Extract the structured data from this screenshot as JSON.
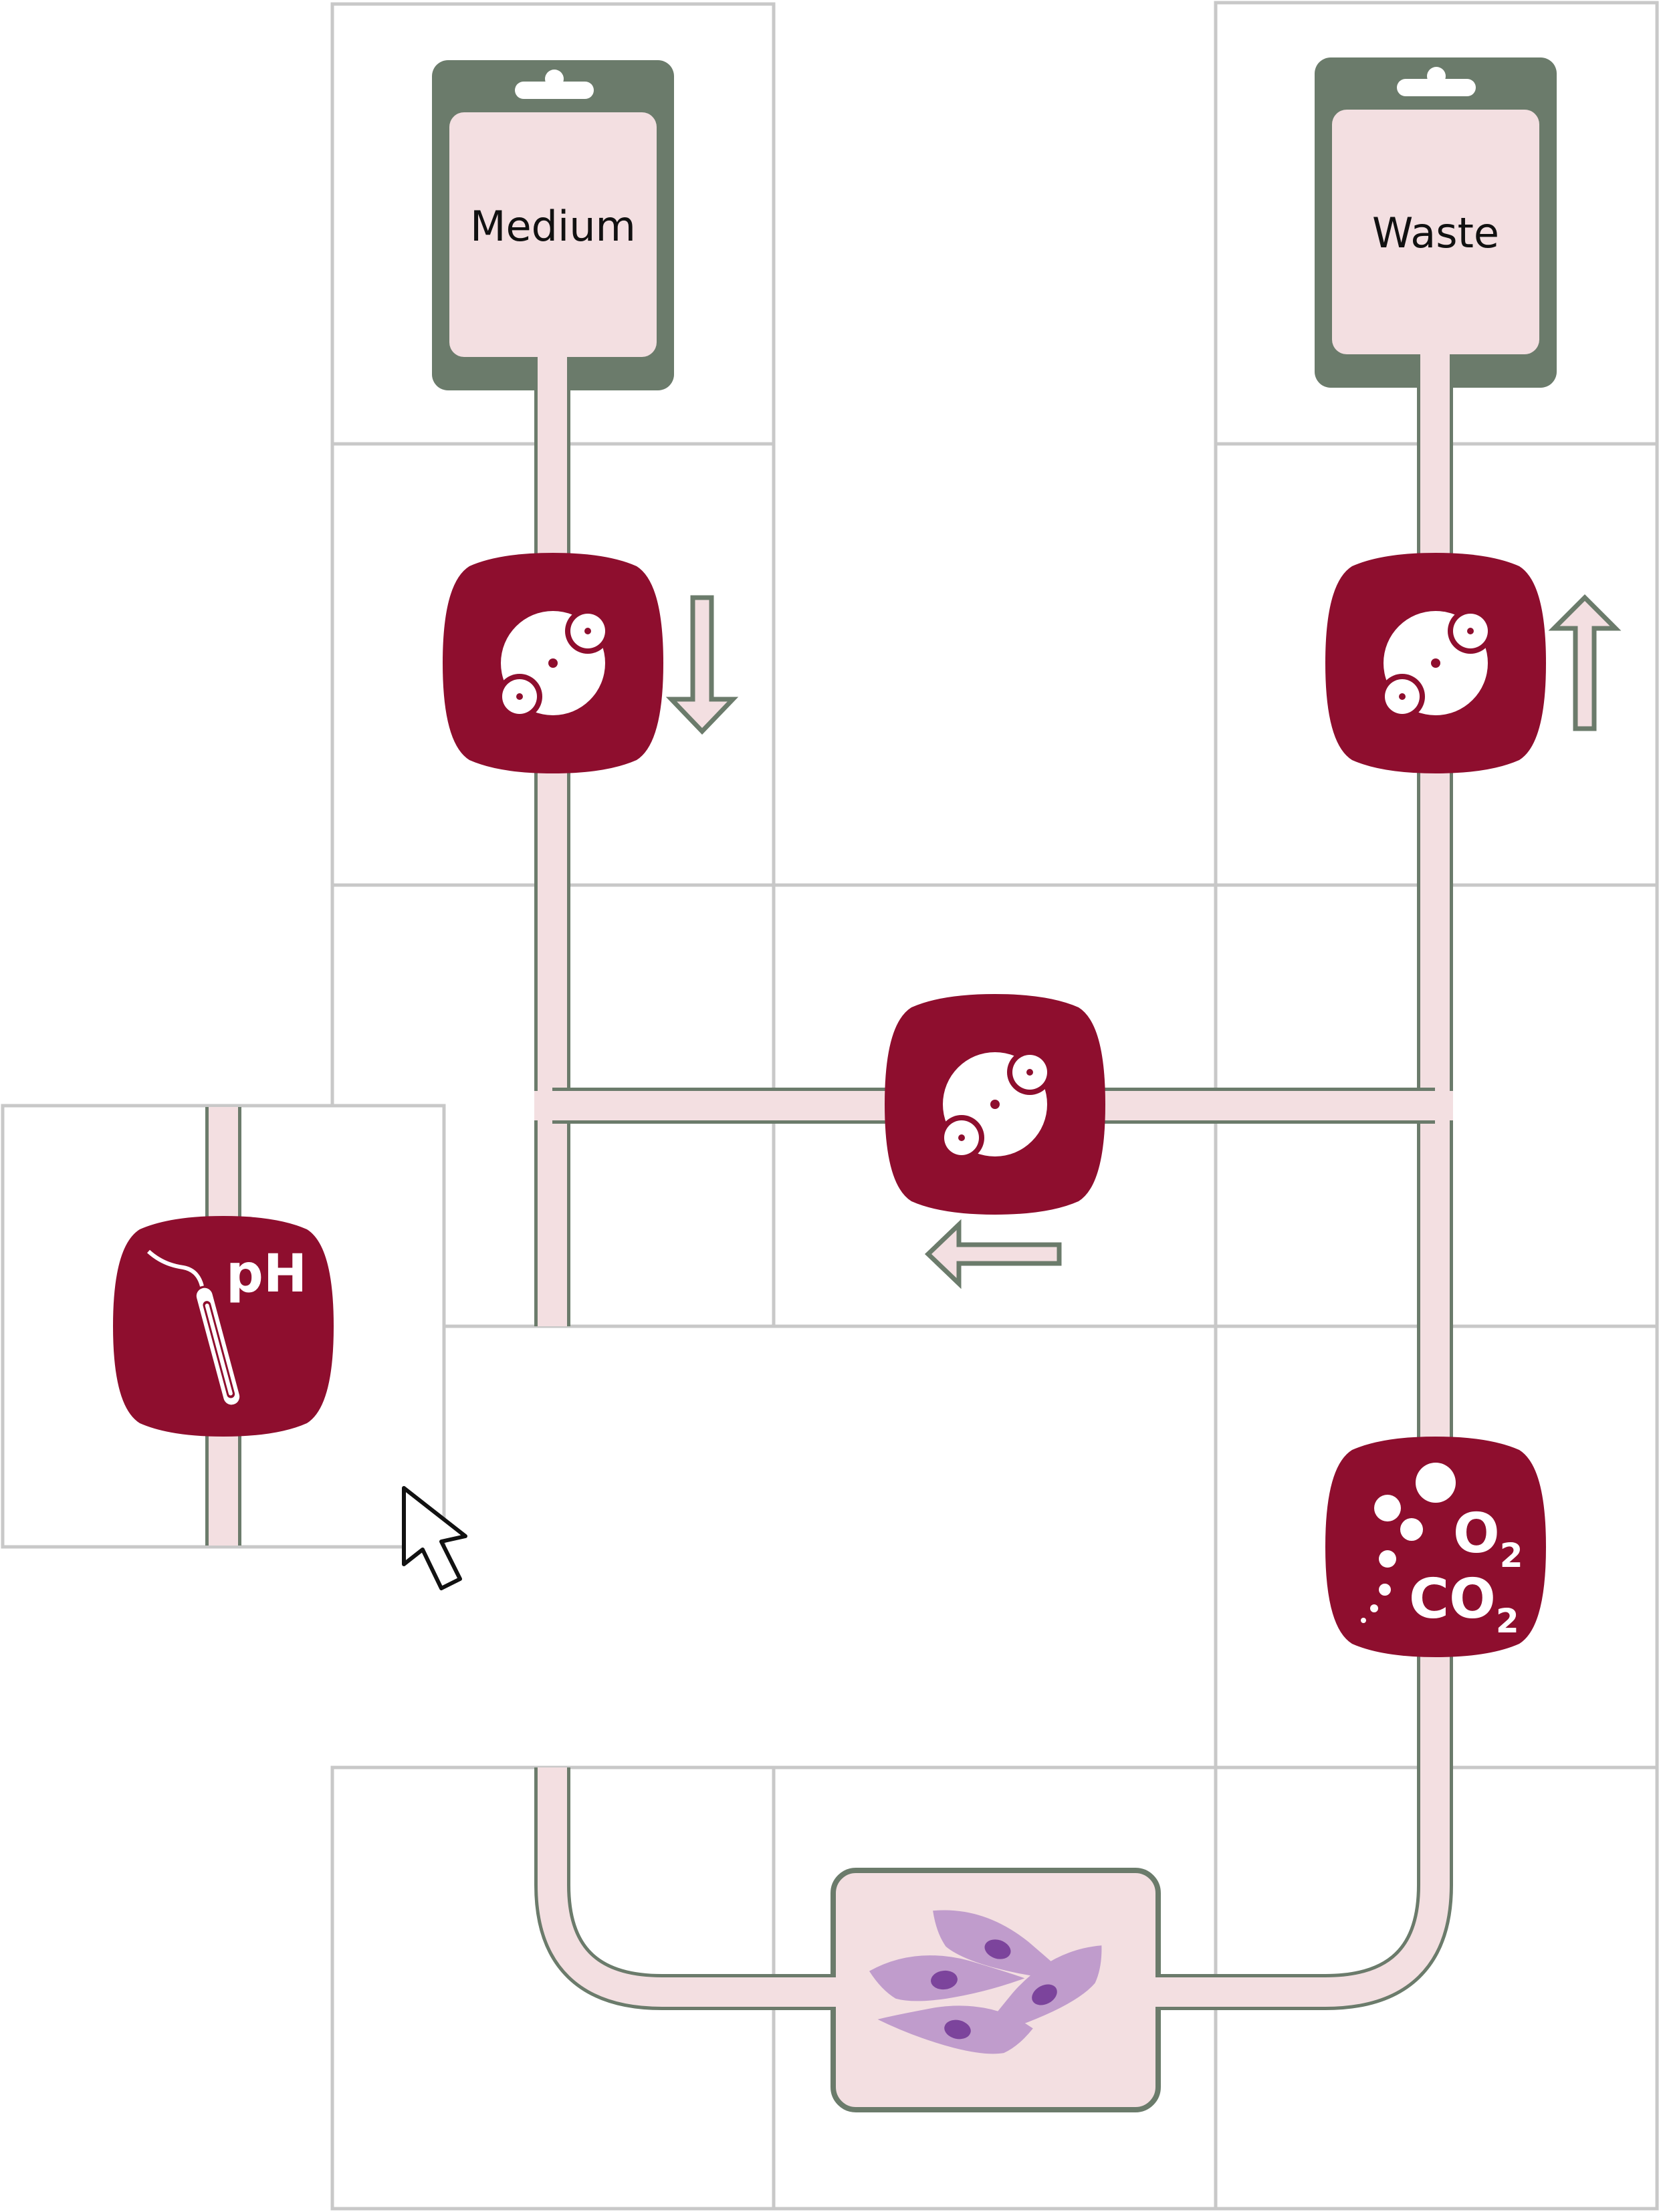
{
  "diagram": {
    "reservoirs": [
      {
        "id": "medium",
        "label": "Medium"
      },
      {
        "id": "waste",
        "label": "Waste"
      }
    ],
    "sensor": {
      "label": "pH"
    },
    "gas_exchanger": {
      "o2_symbol": "O",
      "o2_subscript": "2",
      "co2_symbol": "CO",
      "co2_subscript": "2"
    },
    "pumps": [
      "medium-pump",
      "waste-pump",
      "recirculation-pump"
    ],
    "flow_arrows": [
      "down",
      "up",
      "left"
    ],
    "culture_chamber": {
      "cells": 4
    },
    "colors": {
      "tile_border": "#c8c8c8",
      "tube_outline": "#6b7b6b",
      "tube_fill": "#f3dfe1",
      "component_red": "#8e0e2e",
      "bag_frame": "#6b7b6b",
      "bag_fill": "#f3dfe1",
      "cell_fill": "#c09ccc",
      "cell_nucleus": "#7c449c"
    }
  }
}
